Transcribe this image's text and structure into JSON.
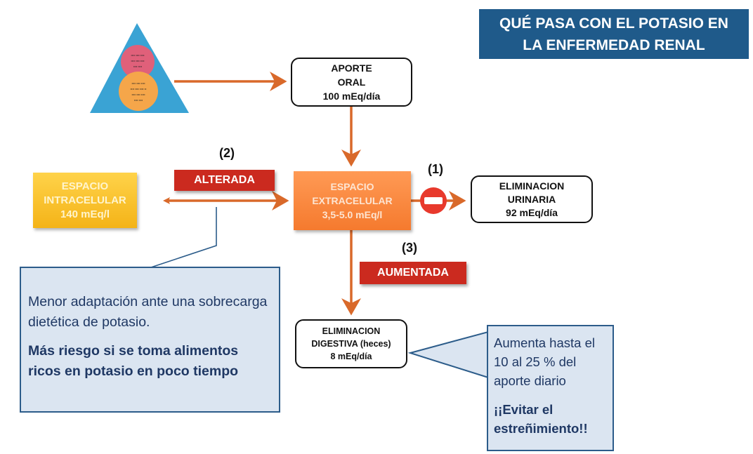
{
  "title": {
    "line1": "QUÉ PASA CON EL POTASIO EN",
    "line2": "LA ENFERMEDAD RENAL"
  },
  "food_pyramid": {
    "icon": "food-pyramid-image",
    "top_circle_color": "#e0607a",
    "bottom_circle_color": "#f5a64a",
    "triangle_color": "#3aa3d4"
  },
  "aporte_oral": {
    "line1": "APORTE",
    "line2": "ORAL",
    "line3": "100 mEq/día"
  },
  "intracelular": {
    "line1": "ESPACIO",
    "line2": "INTRACELULAR",
    "line3": "140 mEq/l"
  },
  "extracelular": {
    "line1": "ESPACIO",
    "line2": "EXTRACELULAR",
    "line3": "3,5-5.0 mEq/l"
  },
  "urinaria": {
    "line1": "ELIMINACION",
    "line2": "URINARIA",
    "line3": "92 mEq/día"
  },
  "digestiva": {
    "line1": "ELIMINACION",
    "line2": "DIGESTIVA (heces)",
    "line3": "8 mEq/día"
  },
  "labels": {
    "n1": "(1)",
    "n2": "(2)",
    "n3": "(3)",
    "alterada": "ALTERADA",
    "aumentada": "AUMENTADA"
  },
  "callout_left": {
    "normal": "Menor adaptación ante una sobrecarga dietética de potasio.",
    "bold": "Más riesgo si se toma alimentos ricos en potasio en poco tiempo"
  },
  "callout_right": {
    "normal": "Aumenta hasta el 10 al 25 % del aporte diario",
    "bold": "¡¡Evitar el estreñimiento!!"
  },
  "colors": {
    "arrow": "#d9692a",
    "title_bg": "#1f5a8a",
    "red_tag": "#cb2a1f",
    "callout_bg": "#dbe5f1",
    "callout_border": "#2c5c8a",
    "no_entry": "#e8392c"
  }
}
